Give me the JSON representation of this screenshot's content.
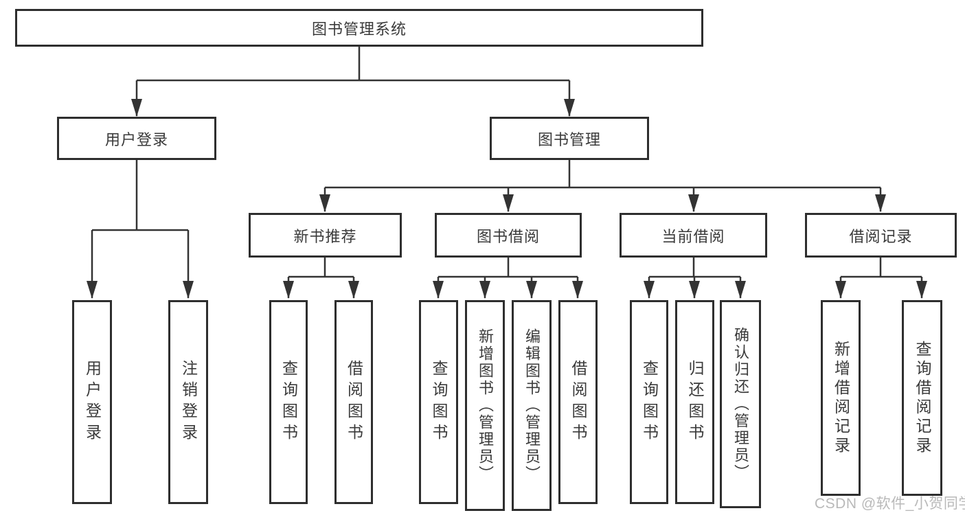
{
  "tree": {
    "root": "图书管理系统",
    "children": [
      {
        "label": "用户登录",
        "children": [
          {
            "label": "用户登录"
          },
          {
            "label": "注销登录"
          }
        ]
      },
      {
        "label": "图书管理",
        "children": [
          {
            "label": "新书推荐",
            "children": [
              {
                "label": "查询图书"
              },
              {
                "label": "借阅图书"
              }
            ]
          },
          {
            "label": "图书借阅",
            "children": [
              {
                "label": "查询图书"
              },
              {
                "label": "新增图书（管理员）"
              },
              {
                "label": "编辑图书（管理员）"
              },
              {
                "label": "借阅图书"
              }
            ]
          },
          {
            "label": "当前借阅",
            "children": [
              {
                "label": "查询图书"
              },
              {
                "label": "归还图书"
              },
              {
                "label": "确认归还（管理员）"
              }
            ]
          },
          {
            "label": "借阅记录",
            "children": [
              {
                "label": "新增借阅记录"
              },
              {
                "label": "查询借阅记录"
              }
            ]
          }
        ]
      }
    ]
  },
  "watermark": "CSDN @软件_小贺同学",
  "colors": {
    "line": "#333333",
    "box_border": "#2e2e2e",
    "text": "#3a3a3a",
    "watermark": "#b9b9b9",
    "background": "#ffffff"
  }
}
